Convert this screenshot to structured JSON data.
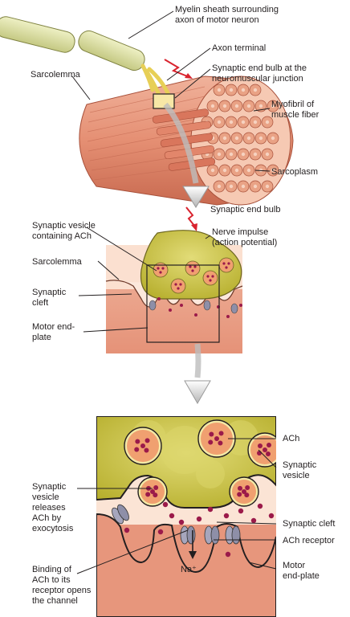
{
  "colors": {
    "muscle": "#e58f73",
    "muscle_dark": "#c86a50",
    "muscle_light": "#f2b79f",
    "myelin": "#d8dc9c",
    "terminal": "#e7cf56",
    "bulb": "#c8c23a",
    "bulb_light": "#dcd66a",
    "vesicle": "#f0a070",
    "ach": "#9b1a4a",
    "cleft": "#fbe5d6",
    "arrow_gray": "#c9c9c9",
    "impulse_red": "#d9232e"
  },
  "icons": {
    "impulse": "red-zigzag-arrow",
    "zoom": "gray-down-arrow",
    "sodium_flow": "black-down-arrow"
  },
  "panel1": {
    "labels": {
      "myelin_line1": "Myelin sheath surrounding",
      "myelin_line2": "axon of motor neuron",
      "axon_terminal": "Axon terminal",
      "end_bulb_line1": "Synaptic end bulb at the",
      "end_bulb_line2": "neuromuscular junction",
      "sarcolemma": "Sarcolemma",
      "myofibril_line1": "Myofibril of",
      "myofibril_line2": "muscle fiber",
      "sarcoplasm": "Sarcoplasm"
    }
  },
  "panel2": {
    "labels": {
      "end_bulb": "Synaptic end bulb",
      "vesicle_line1": "Synaptic vesicle",
      "vesicle_line2": "containing ACh",
      "impulse_line1": "Nerve impulse",
      "impulse_line2": "(action potential)",
      "sarcolemma": "Sarcolemma",
      "cleft_line1": "Synaptic",
      "cleft_line2": "cleft",
      "endplate_line1": "Motor end-",
      "endplate_line2": "plate"
    }
  },
  "panel3": {
    "labels": {
      "ach": "ACh",
      "synaptic_vesicle_line1": "Synaptic",
      "synaptic_vesicle_line2": "vesicle",
      "releases_line1": "Synaptic",
      "releases_line2": "vesicle",
      "releases_line3": "releases",
      "releases_line4": "ACh by",
      "releases_line5": "exocytosis",
      "synaptic_cleft": "Synaptic cleft",
      "ach_receptor": "ACh receptor",
      "endplate_line1": "Motor",
      "endplate_line2": "end-plate",
      "binding_line1": "Binding of",
      "binding_line2": "ACh to its",
      "binding_line3": "receptor opens",
      "binding_line4": "the channel",
      "sodium": "Na⁺"
    }
  }
}
